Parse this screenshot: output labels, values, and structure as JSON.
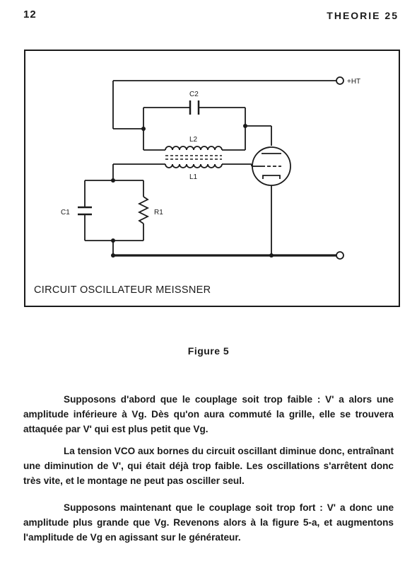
{
  "header": {
    "page_number": "12",
    "running_title": "THEORIE 25"
  },
  "figure": {
    "box_title": "CIRCUIT OSCILLATEUR MEISSNER",
    "labels": {
      "ht": "+HT",
      "c2": "C2",
      "l2": "L2",
      "l1": "L1",
      "c1": "C1",
      "r1": "R1"
    },
    "caption": "Figure 5"
  },
  "body": {
    "paragraphs": [
      "Supposons d'abord que le couplage soit trop faible : V' a alors une amplitude inférieure à Vg. Dès qu'on aura commuté la grille, elle se trouvera attaquée par V' qui est plus petit que Vg.",
      "La tension VCO aux bornes du circuit oscillant diminue donc, entraînant une diminution de V', qui était déjà trop faible. Les oscillations s'arrêtent donc très vite, et le montage ne peut pas osciller seul.",
      "Supposons maintenant que le couplage soit trop fort : V' a donc une amplitude plus grande que Vg. Revenons alors à la figure 5-a, et augmentons l'amplitude de Vg en agissant sur le générateur."
    ]
  }
}
